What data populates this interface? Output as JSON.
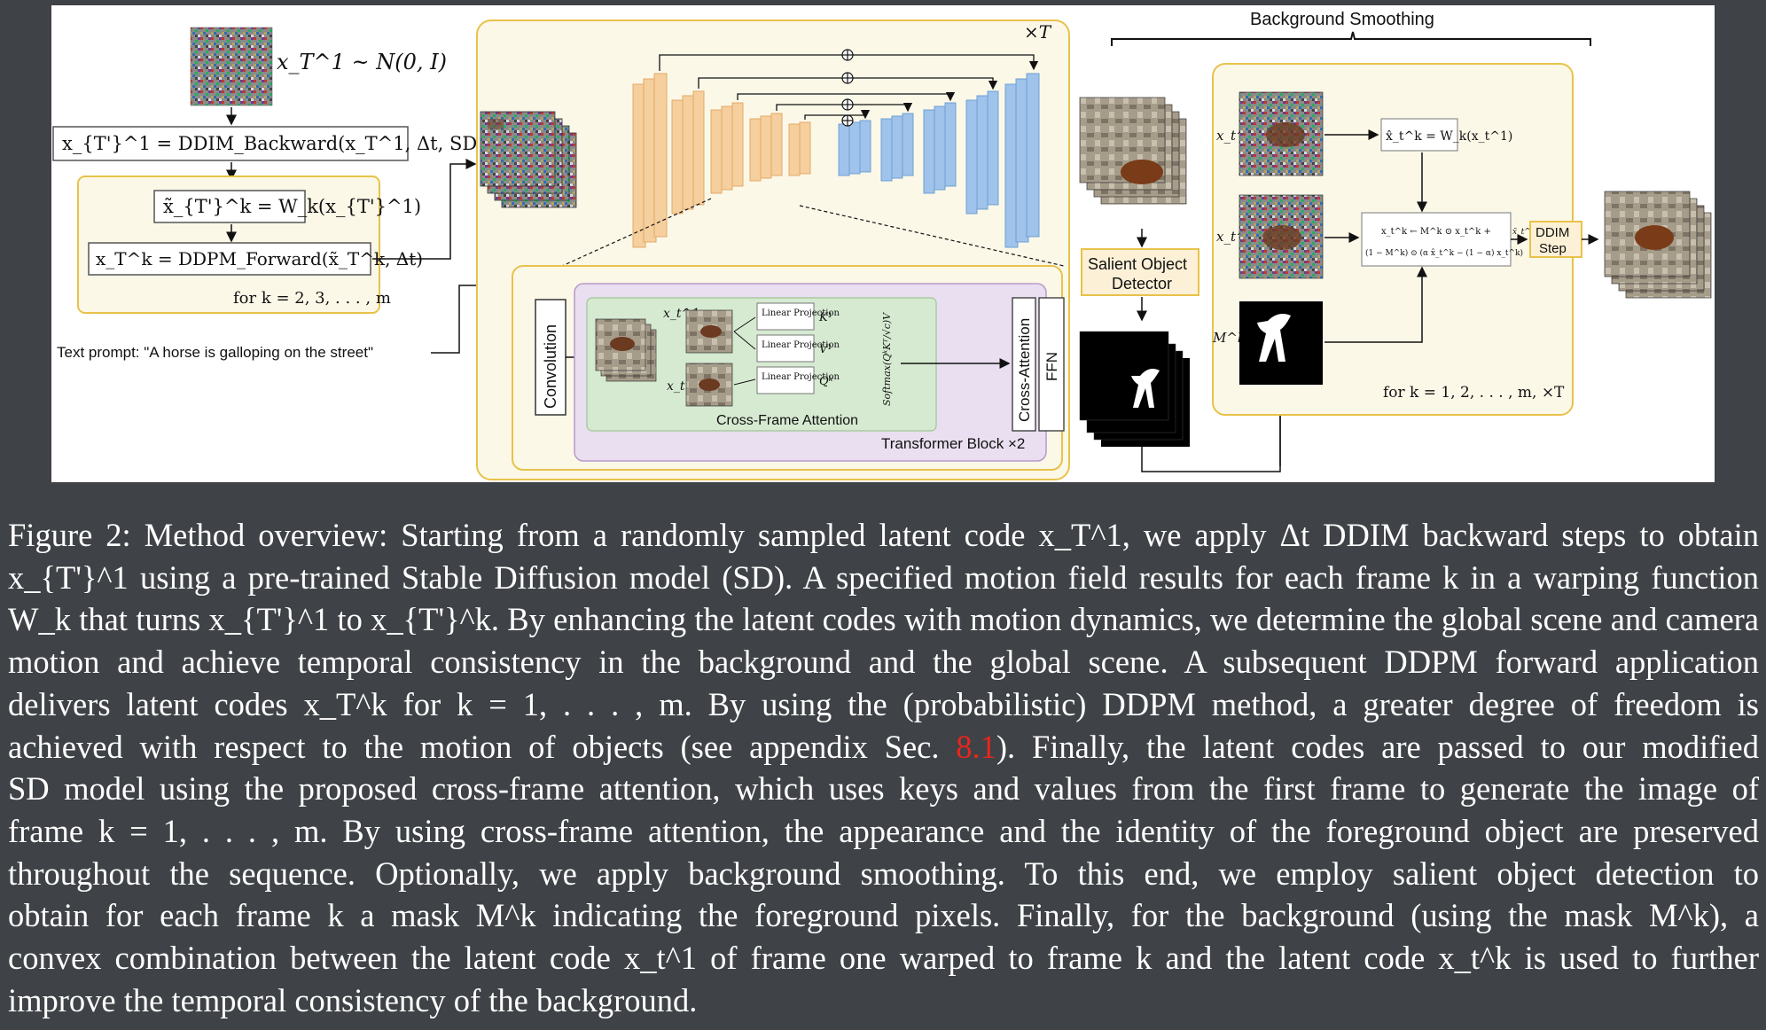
{
  "figure": {
    "labels": {
      "noise_eq": "x_T^1 ~ N(0, I)",
      "ddim_backward": "x_{T'}^1 = DDIM_Backward(x_T^1, Δt, SD)",
      "warp": "x̃_{T'}^k = W_k(x_{T'}^1)",
      "ddpm_forward": "x_T^k = DDPM_Forward(x̃_T^k, Δt)",
      "loop_k": "for k = 2, 3, . . . , m",
      "text_prompt": "Text prompt: \"A horse is galloping on the street\"",
      "times_T": "×T",
      "convolution": "Convolution",
      "linear_projection": "Linear Projection",
      "k1": "K¹",
      "v1": "V¹",
      "qk": "Qᵏ",
      "softmax": "Softmax(QᵏKᵀ/√c)V",
      "cross_frame_attention": "Cross-Frame Attention",
      "cross_attention": "Cross-Attention",
      "ffn": "FFN",
      "transformer_block": "Transformer Block ×2",
      "background_smoothing": "Background Smoothing",
      "salient_detector_1": "Salient Object",
      "salient_detector_2": "Detector",
      "x_t1": "x_t^1",
      "x_tk": "x_t^k",
      "mask_mk": "M^k",
      "warp2": "x̂_t^k = W_k(x_t^1)",
      "combine_1": "x_t^k ← M^k ⊙ x_t^k +",
      "combine_2": "(1 − M^k) ⊙ (α x̂_t^k − (1 − α) x_t^k)",
      "step_label": "x̄_t^k 1:m",
      "ddim_step_1": "DDIM",
      "ddim_step_2": "Step",
      "loop_k2": "for k = 1, 2, . . . , m,  ×T"
    }
  },
  "caption": {
    "lines": [
      "Figure 2: Method overview: Starting from a randomly sampled latent code x_T^1, we apply Δt DDIM backward steps to obtain",
      "x_{T'}^1 using a pre-trained Stable Diffusion model (SD). A specified motion field results for each frame k in a warping function",
      "W_k that turns x_{T'}^1 to x_{T'}^k. By enhancing the latent codes with motion dynamics, we determine the global scene and camera",
      "motion and achieve temporal consistency in the background and the global scene. A subsequent DDPM forward application",
      "delivers latent codes x_T^k for k = 1, . . . , m. By using the (probabilistic) DDPM method, a greater degree of freedom is",
      "achieved with respect to the motion of objects (see appendix Sec. 8.1). Finally, the latent codes are passed to our modified",
      "SD model using the proposed cross-frame attention, which uses keys and values from the first frame to generate the image of",
      "frame k = 1, . . . , m. By using cross-frame attention, the appearance and the identity of the foreground object are preserved",
      "throughout the sequence. Optionally, we apply background smoothing. To this end, we employ salient object detection to",
      "obtain for each frame k a mask M^k indicating the foreground pixels. Finally, for the background (using the mask M^k), a",
      "convex combination between the latent code x_t^1 of frame one warped to frame k and the latent code x_t^k is used to further",
      "improve the temporal consistency of the background."
    ],
    "ref_text": "8.1"
  },
  "colors": {
    "page_bg": "#3f4246",
    "yellow_panel": "#fcf8e8",
    "yellow_border": "#e8c24a",
    "purple_panel": "#e9dff0",
    "green_panel": "#d6ead1",
    "orange_unet": "#f6cf9e",
    "blue_unet": "#9fc3ea",
    "ref_red": "#e8261d"
  }
}
